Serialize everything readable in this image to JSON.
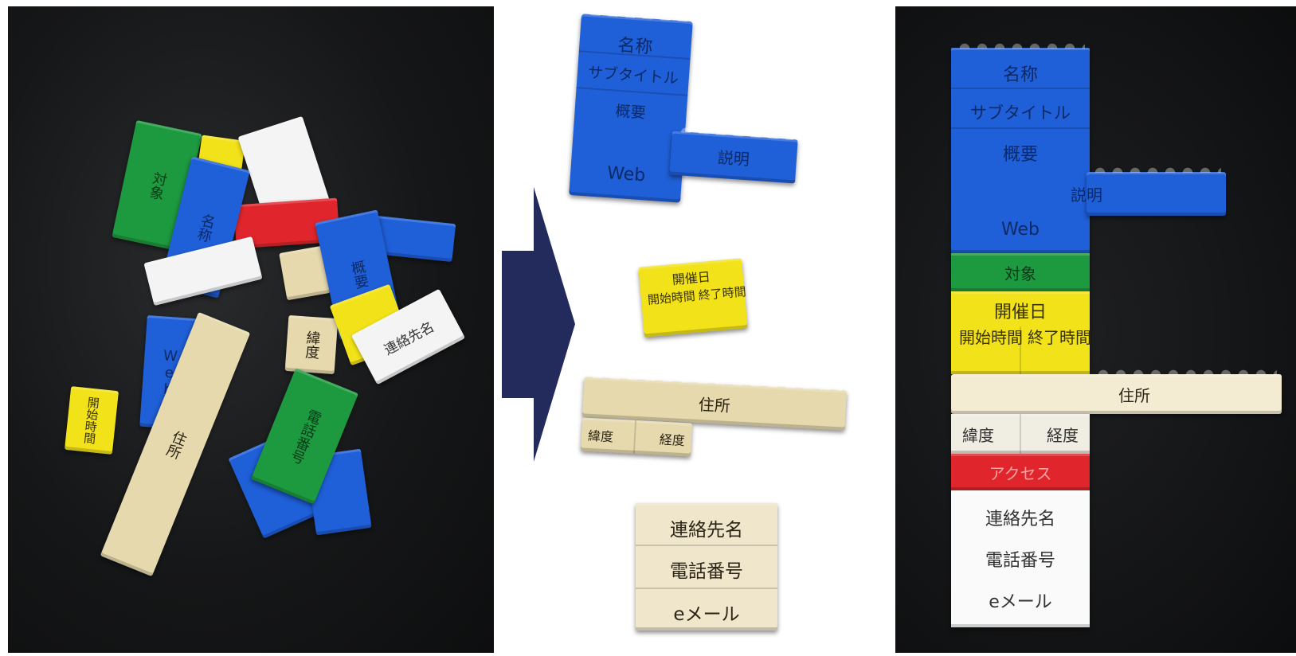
{
  "labels": {
    "name": "名称",
    "subtitle": "サブタイトル",
    "summary": "概要",
    "description": "説明",
    "web": "Web",
    "target": "対象",
    "date": "開催日",
    "start_time": "開始時間",
    "end_time": "終了時間",
    "address": "住所",
    "latitude": "緯度",
    "longitude": "経度",
    "access": "アクセス",
    "contact_name": "連絡先名",
    "phone": "電話番号",
    "email": "eメール"
  },
  "colors": {
    "blue": "#1f5fd8",
    "green": "#1d9a3f",
    "yellow": "#f2e21a",
    "red": "#e0262c",
    "tan": "#e6d9ae",
    "white": "#f4f4f4",
    "arrow": "#232a5c"
  }
}
